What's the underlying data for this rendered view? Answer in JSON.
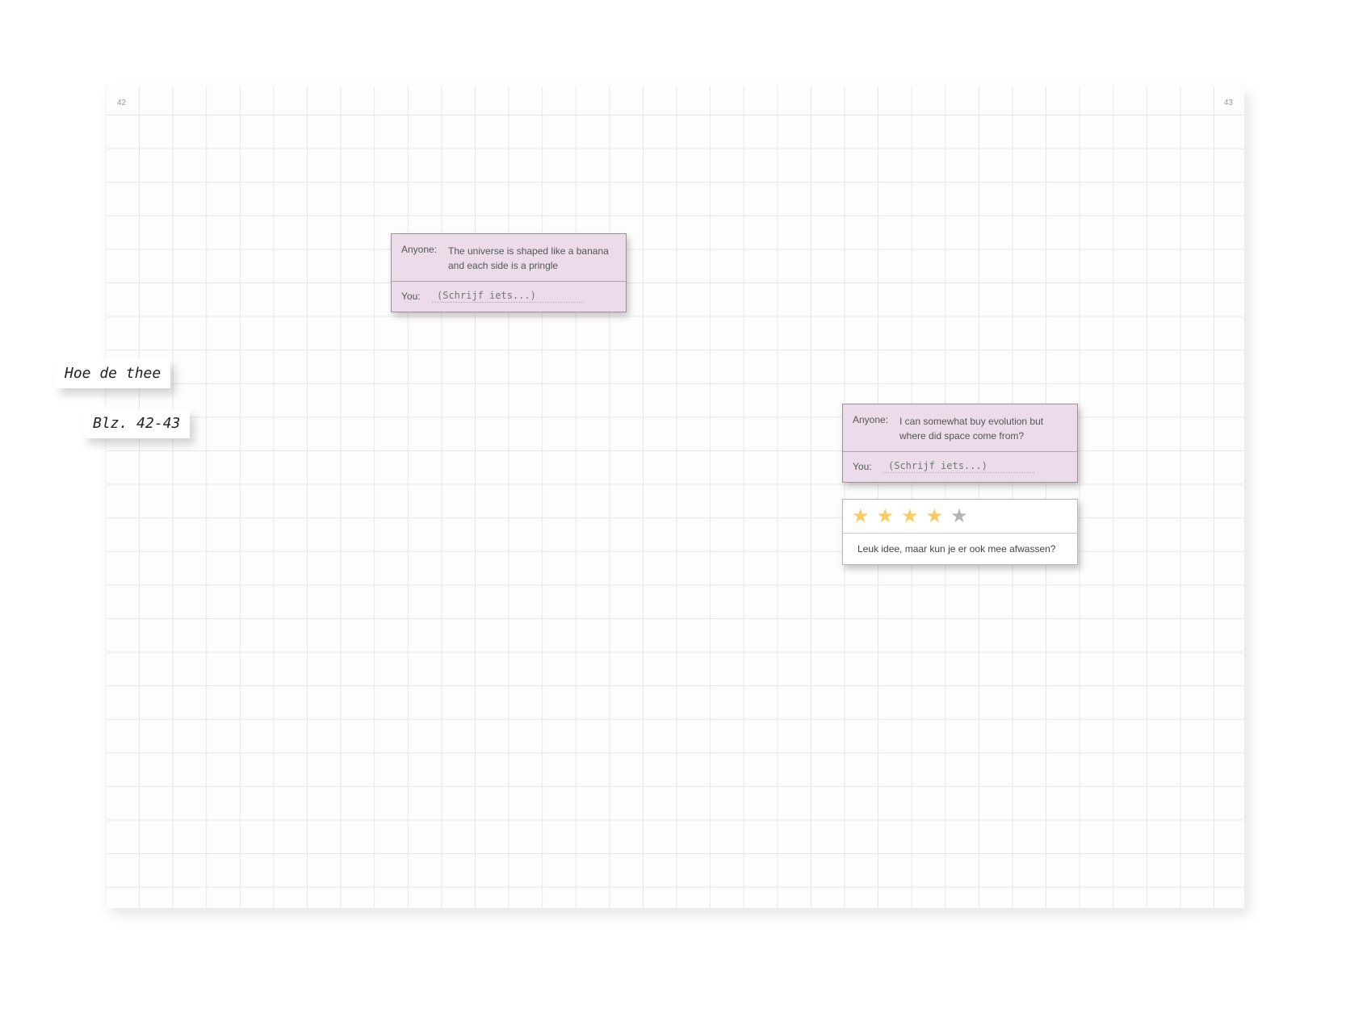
{
  "spread": {
    "left_page_number": "42",
    "right_page_number": "43"
  },
  "labels": {
    "title": "Hoe de thee",
    "pages": "Blz. 42-43"
  },
  "comments": [
    {
      "anyone_label": "Anyone:",
      "message": "The universe is shaped like a banana and each side is a pringle",
      "you_label": "You:",
      "placeholder": "(Schrijf iets...)"
    },
    {
      "anyone_label": "Anyone:",
      "message": "I can somewhat buy evolution but where did space come from?",
      "you_label": "You:",
      "placeholder": "(Schrijf iets...)"
    }
  ],
  "review": {
    "rating": 4,
    "max_rating": 5,
    "star_glyph": "★",
    "text": "Leuk idee, maar kun je er ook mee afwassen?",
    "colors": {
      "star_filled": "#f7cc63",
      "star_empty": "#b4b4b4"
    }
  },
  "colors": {
    "comment_bg": "#ecdcea",
    "grid_line": "#e7e7e7"
  }
}
